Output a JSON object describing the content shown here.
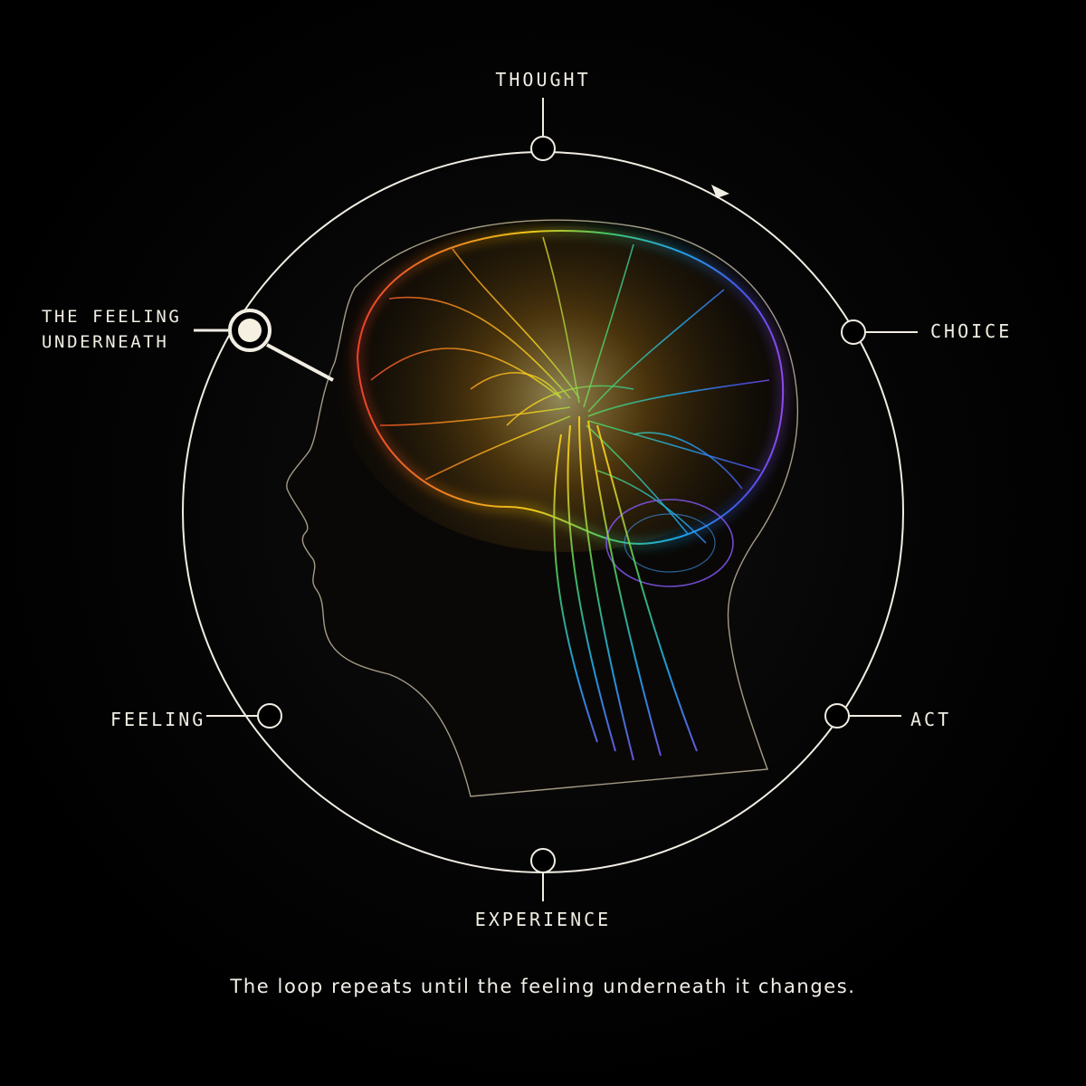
{
  "stages": {
    "thought": "THOUGHT",
    "choice": "CHOICE",
    "act": "ACT",
    "experience": "EXPERIENCE",
    "feeling": "FEELING"
  },
  "highlight": {
    "line1": "THE FEELING",
    "line2": "UNDERNEATH"
  },
  "caption": "The loop repeats until the feeling underneath it changes.",
  "colors": {
    "background": "#000000",
    "line": "#f1ede3",
    "head_outline": "#d8ccb0",
    "brain_spectrum": [
      "#ff3b2f",
      "#ff8a1f",
      "#ffd91a",
      "#47d66a",
      "#1fb3ff",
      "#4b5bff",
      "#b24bff"
    ]
  },
  "icons": {
    "arrow": "arrowhead-icon",
    "node": "ring-node-icon"
  }
}
